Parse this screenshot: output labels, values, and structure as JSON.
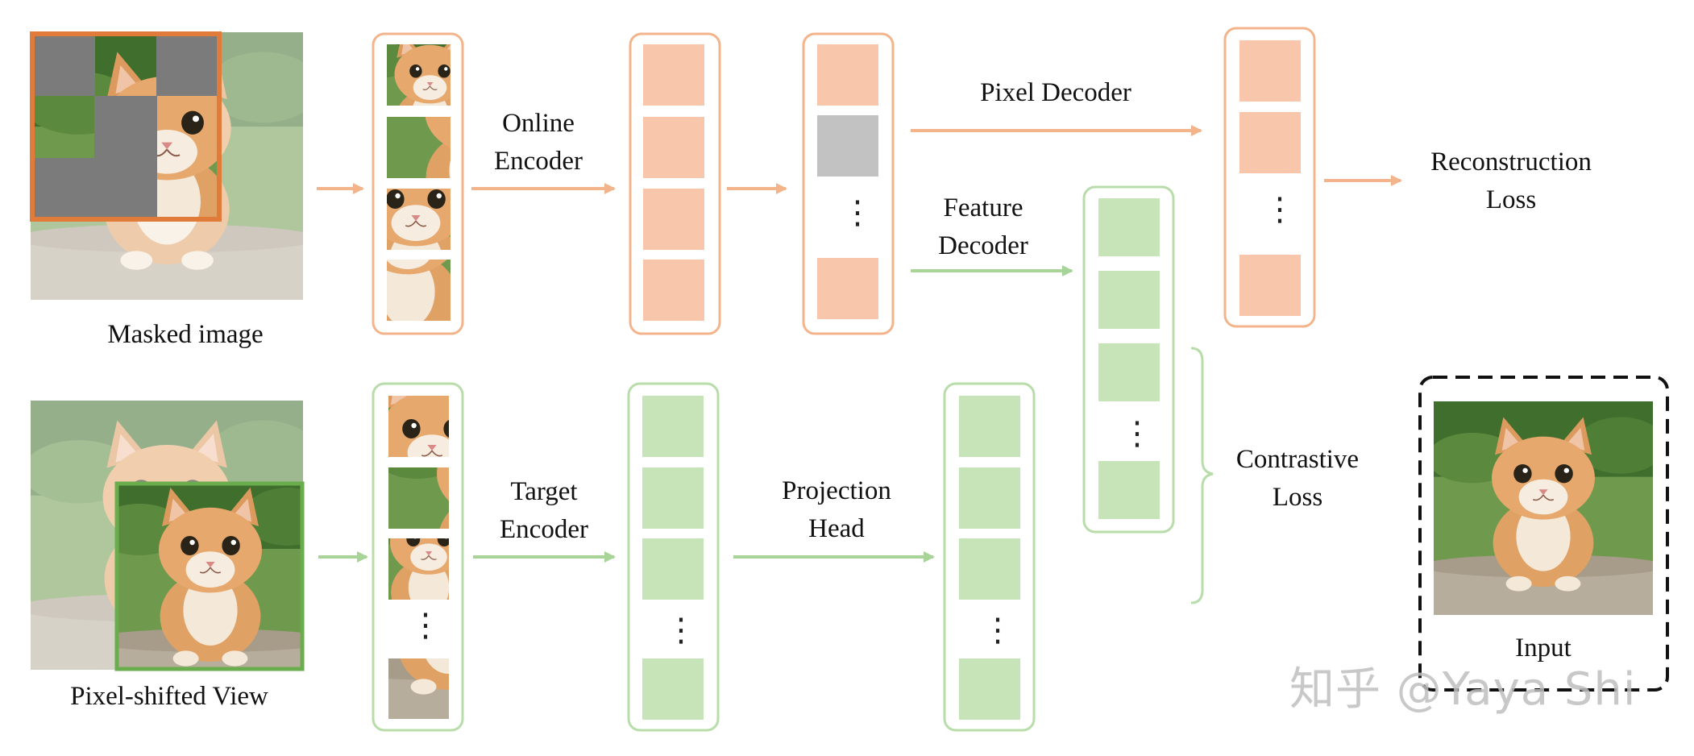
{
  "colors": {
    "orange_stroke": "#f3b48c",
    "orange_fill": "#f8c6aa",
    "green_stroke": "#b8dcaa",
    "green_fill": "#c7e3b8",
    "masked_patch": "#7b7b7b",
    "masked_token": "#c2c2c2",
    "masked_frame": "#e07b39",
    "shifted_frame": "#6aad4c"
  },
  "labels": {
    "masked_image": "Masked image",
    "pixel_shifted_view": "Pixel-shifted View",
    "online_encoder": "Online\nEncoder",
    "target_encoder": "Target\nEncoder",
    "pixel_decoder": "Pixel Decoder",
    "feature_decoder": "Feature\nDecoder",
    "projection_head": "Projection\nHead",
    "reconstruction_loss": "Reconstruction\nLoss",
    "contrastive_loss": "Contrastive\nLoss",
    "input": "Input"
  },
  "ellipsis": "⋮",
  "watermark": "知乎 @Yaya Shi"
}
